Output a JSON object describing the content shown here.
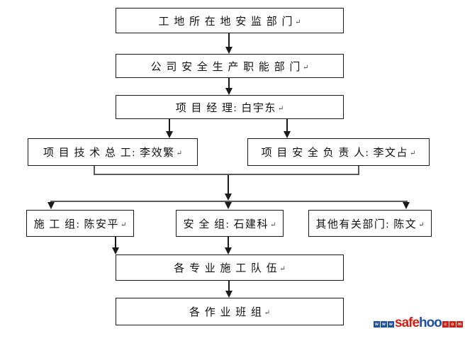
{
  "diagram": {
    "return_mark": "↵",
    "nodes": {
      "n1": {
        "label": "工 地 所 在 地 安 监 部 门"
      },
      "n2": {
        "label": "公 司 安 全 生 产 职 能 部 门"
      },
      "n3": {
        "label": "项 目 经 理: 白宇东"
      },
      "n4": {
        "label": "项 目 技 术 总 工: 李效繁"
      },
      "n5": {
        "label": "项 目 安 全 负 责 人: 李文占"
      },
      "n6": {
        "label": "施 工 组: 陈安平"
      },
      "n7": {
        "label": "安 全 组: 石建科"
      },
      "n8": {
        "label": "其他有关部门: 陈文"
      },
      "n9": {
        "label": "各 专 业 施 工 队 伍"
      },
      "n10": {
        "label": "各 作 业 班 组"
      }
    },
    "colors": {
      "box_border": "#1a1a1a",
      "connector_gray": "#595959",
      "arrow_black": "#1a1a1a"
    }
  },
  "watermark": {
    "www": [
      "w",
      "w",
      "w"
    ],
    "safe": "safe",
    "hoo": "hoo",
    "com": [
      "c",
      "o",
      "m"
    ],
    "red": "#cf2217",
    "blue": "#2050a0"
  }
}
